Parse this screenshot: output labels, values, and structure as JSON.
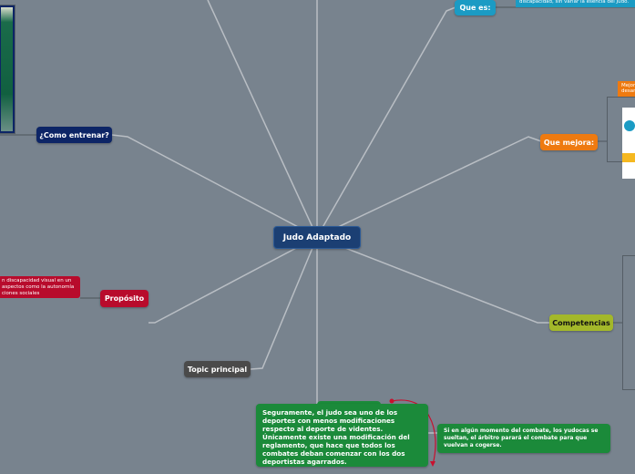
{
  "central": {
    "label": "Judo Adaptado",
    "color": "#1b3f73"
  },
  "topics": {
    "que_es": {
      "label": "Que es:",
      "color": "#1b9bc4",
      "note": "discapacidad, sin variar la esencia  del Judo."
    },
    "que_mejora": {
      "label": "Que mejora:",
      "color": "#ee7a10",
      "note": [
        "Mejor",
        "desarr"
      ]
    },
    "competencias": {
      "label": "Competencias",
      "color": "#a3b82a"
    },
    "como_entrenar": {
      "label": "¿Como entrenar?",
      "color": "#0d2566"
    },
    "proposito": {
      "label": "Propósito",
      "color": "#b80b2c",
      "note": [
        "n discapacidad visual en un",
        "aspectos como la autonomía",
        "ciones sociales"
      ]
    },
    "topic_principal": {
      "label": "Topic principal",
      "color": "#4a4a4a"
    }
  },
  "green_main": {
    "text": "Seguramente, el judo sea uno de los deportes con menos modificaciones respecto al deporte de videntes. Únicamente existe una modificación del reglamento, que hace que todos los combates deban comenzar con los dos deportistas agarrados.",
    "color": "#1b8a3a"
  },
  "green_side": {
    "text": "Si en algún momento del combate, los yudocas se sueltan, el árbitro parará el combate para que vuelvan a cogerse.",
    "color": "#1b8a3a"
  },
  "relationship_color": "#c8102e"
}
